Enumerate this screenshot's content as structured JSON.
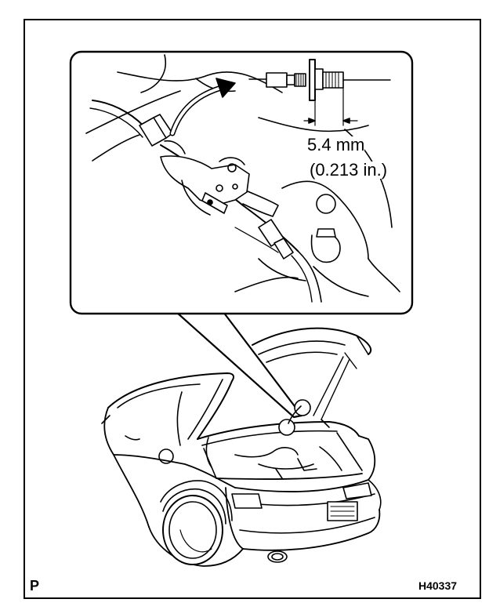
{
  "labels": {
    "dimension_mm": "5.4 mm",
    "dimension_in": "(0.213 in.)",
    "corner_mark": "P",
    "figure_id": "H40337"
  }
}
